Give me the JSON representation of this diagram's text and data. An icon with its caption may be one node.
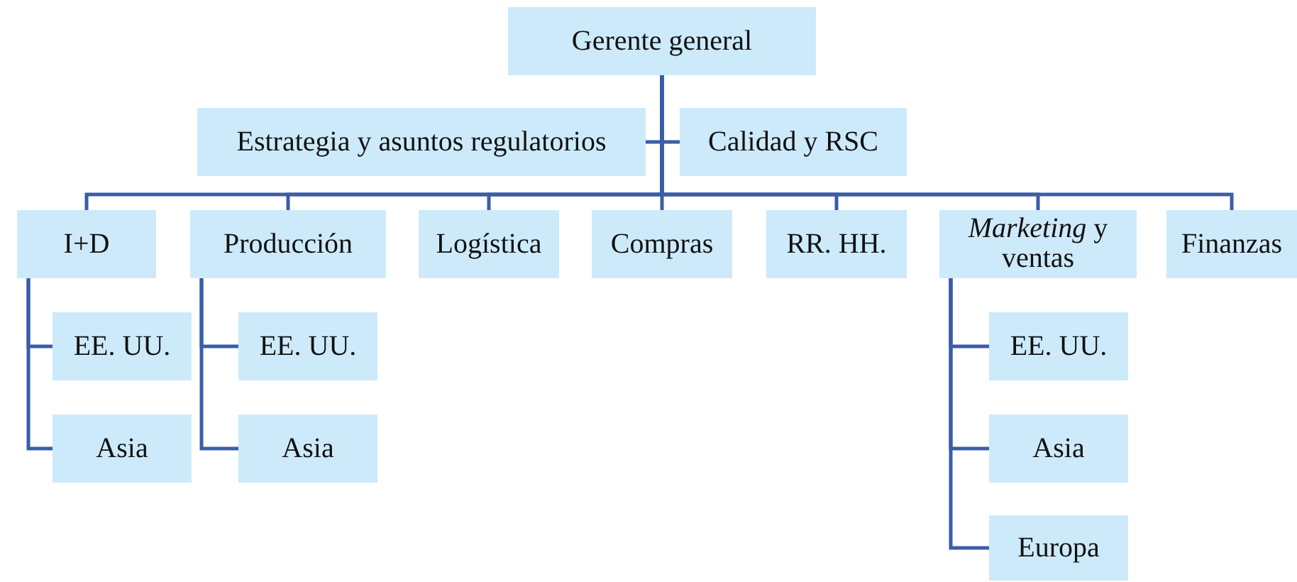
{
  "diagram": {
    "nodes": [
      {
        "text": [
          "Gerente general"
        ]
      },
      {
        "text": [
          "Estrategia y asuntos regulatorios"
        ]
      },
      {
        "text": [
          "Calidad y RSC"
        ]
      },
      {
        "text": [
          "I+D"
        ]
      },
      {
        "text": [
          "Producción"
        ]
      },
      {
        "text": [
          "Logística"
        ]
      },
      {
        "text": [
          "Compras"
        ]
      },
      {
        "text": [
          "RR. HH."
        ]
      },
      {
        "text": [
          "*Marketing* y ventas"
        ]
      },
      {
        "text": [
          "Finanzas"
        ]
      },
      {
        "text": [
          "EE. UU."
        ]
      },
      {
        "text": [
          "Asia"
        ]
      },
      {
        "text": [
          "EE. UU."
        ]
      },
      {
        "text": [
          "Asia"
        ]
      },
      {
        "text": [
          "EE. UU."
        ]
      },
      {
        "text": [
          "Asia"
        ]
      },
      {
        "text": [
          "Europa"
        ]
      }
    ],
    "edges": [
      {
        "from": 0,
        "to": 1,
        "arrow": "none"
      },
      {
        "from": 0,
        "to": 2,
        "arrow": "none"
      },
      {
        "from": 0,
        "to": 3,
        "arrow": "none"
      },
      {
        "from": 0,
        "to": 4,
        "arrow": "none"
      },
      {
        "from": 0,
        "to": 5,
        "arrow": "none"
      },
      {
        "from": 0,
        "to": 6,
        "arrow": "none"
      },
      {
        "from": 0,
        "to": 7,
        "arrow": "none"
      },
      {
        "from": 0,
        "to": 8,
        "arrow": "none"
      },
      {
        "from": 0,
        "to": 9,
        "arrow": "none"
      },
      {
        "from": 3,
        "to": 10,
        "arrow": "none"
      },
      {
        "from": 3,
        "to": 11,
        "arrow": "none"
      },
      {
        "from": 4,
        "to": 12,
        "arrow": "none"
      },
      {
        "from": 4,
        "to": 13,
        "arrow": "none"
      },
      {
        "from": 8,
        "to": 14,
        "arrow": "none"
      },
      {
        "from": 8,
        "to": 15,
        "arrow": "none"
      },
      {
        "from": 8,
        "to": 16,
        "arrow": "none"
      }
    ]
  }
}
